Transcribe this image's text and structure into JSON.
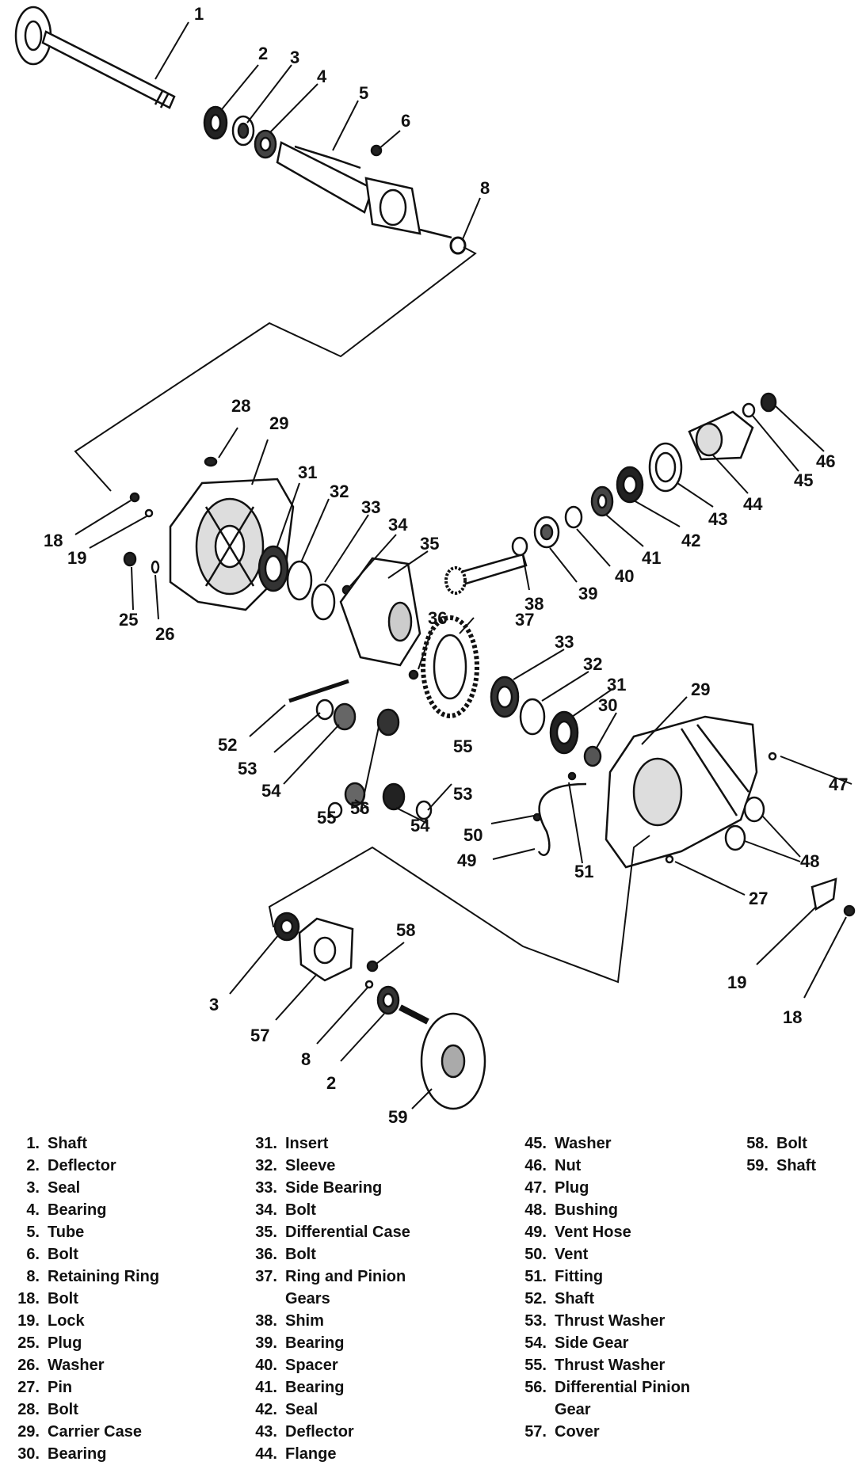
{
  "diagram": {
    "callouts": {
      "c1": "1",
      "c2a": "2",
      "c3a": "3",
      "c4": "4",
      "c5": "5",
      "c6": "6",
      "c8a": "8",
      "c28": "28",
      "c29a": "29",
      "c31a": "31",
      "c32a": "32",
      "c33a": "33",
      "c34": "34",
      "c35": "35",
      "c18a": "18",
      "c19a": "19",
      "c25": "25",
      "c26": "26",
      "c36": "36",
      "c37": "37",
      "c38": "38",
      "c39": "39",
      "c40": "40",
      "c41": "41",
      "c42": "42",
      "c43": "43",
      "c44": "44",
      "c45": "45",
      "c46": "46",
      "c33b": "33",
      "c32b": "32",
      "c31b": "31",
      "c30": "30",
      "c29b": "29",
      "c52": "52",
      "c53a": "53",
      "c54a": "54",
      "c55a": "55",
      "c55b": "55",
      "c56": "56",
      "c54b": "54",
      "c53b": "53",
      "c47": "47",
      "c48": "48",
      "c50": "50",
      "c49": "49",
      "c51": "51",
      "c27": "27",
      "c19b": "19",
      "c18b": "18",
      "c58": "58",
      "c3b": "3",
      "c57": "57",
      "c8b": "8",
      "c2b": "2",
      "c59": "59"
    }
  },
  "legend": {
    "col1": [
      {
        "num": "1.",
        "label": "Shaft"
      },
      {
        "num": "2.",
        "label": "Deflector"
      },
      {
        "num": "3.",
        "label": "Seal"
      },
      {
        "num": "4.",
        "label": "Bearing"
      },
      {
        "num": "5.",
        "label": "Tube"
      },
      {
        "num": "6.",
        "label": "Bolt"
      },
      {
        "num": "8.",
        "label": "Retaining Ring"
      },
      {
        "num": "18.",
        "label": "Bolt"
      },
      {
        "num": "19.",
        "label": "Lock"
      },
      {
        "num": "25.",
        "label": "Plug"
      },
      {
        "num": "26.",
        "label": "Washer"
      },
      {
        "num": "27.",
        "label": "Pin"
      },
      {
        "num": "28.",
        "label": "Bolt"
      },
      {
        "num": "29.",
        "label": "Carrier Case"
      },
      {
        "num": "30.",
        "label": "Bearing"
      }
    ],
    "col2": [
      {
        "num": "31.",
        "label": "Insert"
      },
      {
        "num": "32.",
        "label": "Sleeve"
      },
      {
        "num": "33.",
        "label": "Side Bearing"
      },
      {
        "num": "34.",
        "label": "Bolt"
      },
      {
        "num": "35.",
        "label": "Differential Case"
      },
      {
        "num": "36.",
        "label": "Bolt"
      },
      {
        "num": "37.",
        "label": "Ring and Pinion"
      },
      {
        "num": "",
        "label": "Gears"
      },
      {
        "num": "38.",
        "label": "Shim"
      },
      {
        "num": "39.",
        "label": "Bearing"
      },
      {
        "num": "40.",
        "label": "Spacer"
      },
      {
        "num": "41.",
        "label": "Bearing"
      },
      {
        "num": "42.",
        "label": "Seal"
      },
      {
        "num": "43.",
        "label": "Deflector"
      },
      {
        "num": "44.",
        "label": "Flange"
      }
    ],
    "col3": [
      {
        "num": "45.",
        "label": "Washer"
      },
      {
        "num": "46.",
        "label": "Nut"
      },
      {
        "num": "47.",
        "label": "Plug"
      },
      {
        "num": "48.",
        "label": "Bushing"
      },
      {
        "num": "49.",
        "label": "Vent Hose"
      },
      {
        "num": "50.",
        "label": "Vent"
      },
      {
        "num": "51.",
        "label": "Fitting"
      },
      {
        "num": "52.",
        "label": "Shaft"
      },
      {
        "num": "53.",
        "label": "Thrust Washer"
      },
      {
        "num": "54.",
        "label": "Side Gear"
      },
      {
        "num": "55.",
        "label": "Thrust Washer"
      },
      {
        "num": "56.",
        "label": "Differential Pinion"
      },
      {
        "num": "",
        "label": "Gear"
      },
      {
        "num": "57.",
        "label": "Cover"
      }
    ],
    "col4": [
      {
        "num": "58.",
        "label": "Bolt"
      },
      {
        "num": "59.",
        "label": "Shaft"
      }
    ]
  }
}
